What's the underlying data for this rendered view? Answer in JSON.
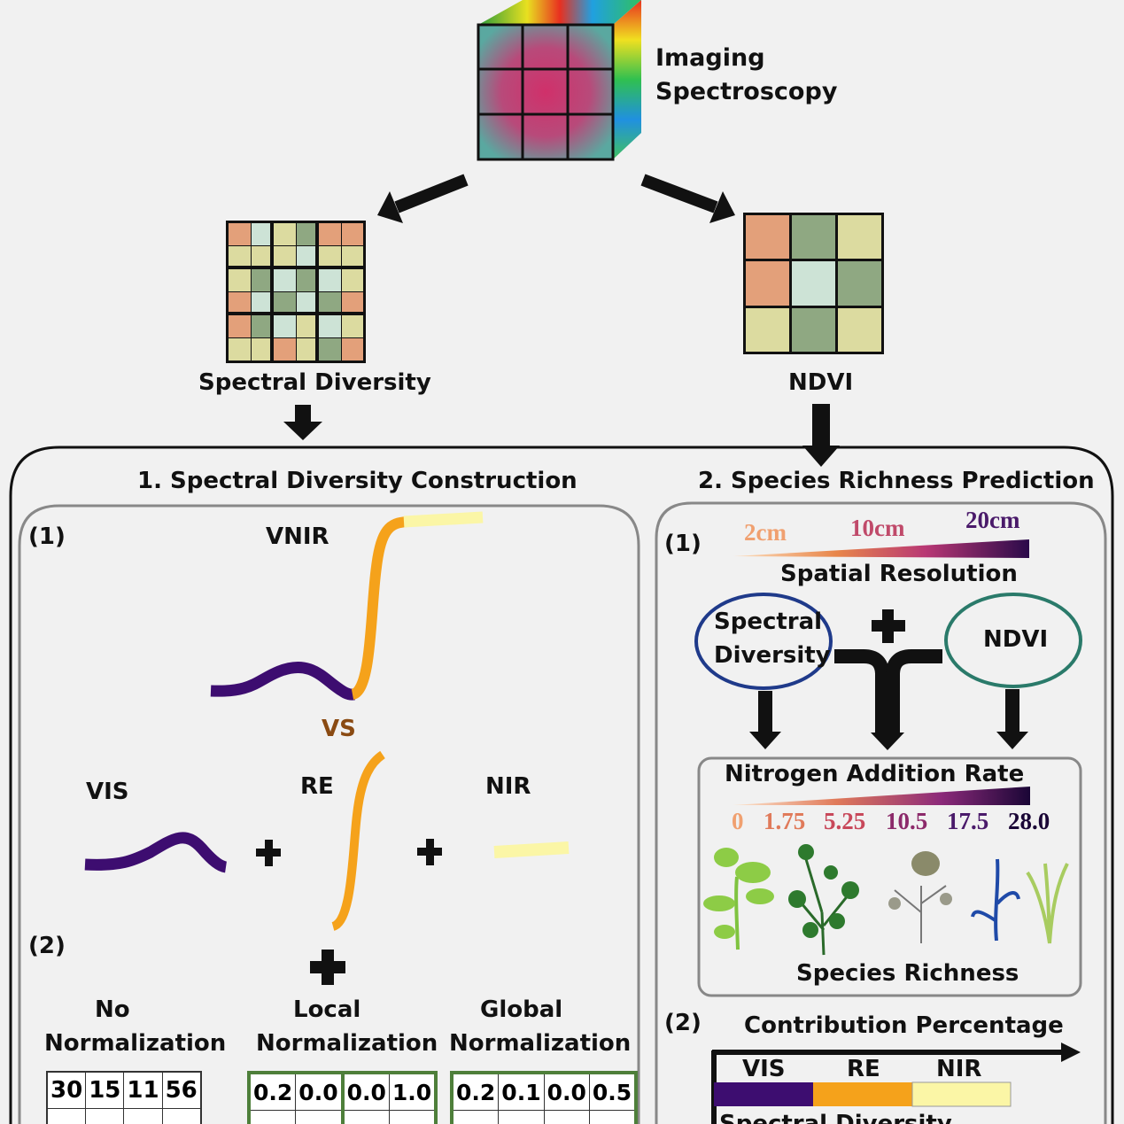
{
  "top": {
    "imaging_label_1": "Imaging",
    "imaging_label_2": "Spectroscopy",
    "spectral_diversity_label": "Spectral Diversity",
    "ndvi_label": "NDVI"
  },
  "left_panel": {
    "title": "1. Spectral Diversity Construction",
    "step1": "(1)",
    "vnir": "VNIR",
    "vs": "VS",
    "vis": "VIS",
    "re": "RE",
    "nir": "NIR",
    "step2": "(2)",
    "no_norm_1": "No",
    "no_norm_2": "Normalization",
    "local_norm_1": "Local",
    "local_norm_2": "Normalization",
    "global_norm_1": "Global",
    "global_norm_2": "Normalization",
    "no_norm_values": [
      "30",
      "15",
      "11",
      "56"
    ],
    "local_norm_values": [
      "0.2",
      "0.0",
      "0.0",
      "1.0"
    ],
    "global_norm_values": [
      "0.2",
      "0.1",
      "0.0",
      "0.5"
    ]
  },
  "right_panel": {
    "title": "2. Species Richness Prediction",
    "step1": "(1)",
    "res_2cm": "2cm",
    "res_10cm": "10cm",
    "res_20cm": "20cm",
    "spatial_resolution": "Spatial Resolution",
    "spectral_diversity_1": "Spectral",
    "spectral_diversity_2": "Diversity",
    "ndvi": "NDVI",
    "nitrogen_title": "Nitrogen Addition Rate",
    "nitrogen_values": [
      "0",
      "1.75",
      "5.25",
      "10.5",
      "17.5",
      "28.0"
    ],
    "species_richness": "Species Richness",
    "step2": "(2)",
    "contribution_title": "Contribution Percentage",
    "contrib_vis": "VIS",
    "contrib_re": "RE",
    "contrib_nir": "NIR",
    "contrib_bottom_label": "Spectral Diversity"
  },
  "colors": {
    "vis": "#3d0d70",
    "re": "#f5a21b",
    "nir": "#fbf6a6",
    "orange_cell": "#e3a07a",
    "green_cell": "#8fa882",
    "pale_cell": "#cde3d6",
    "yellow_cell": "#dcdba0",
    "ellipse_blue": "#1f3a8a",
    "ellipse_teal": "#2a7a6a",
    "table_border": "#4e7f3a"
  }
}
